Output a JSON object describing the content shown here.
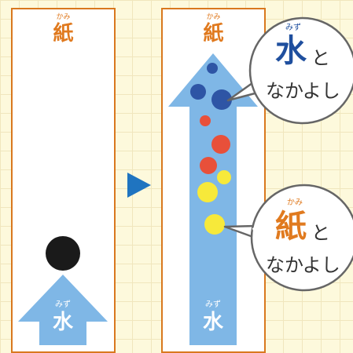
{
  "left_panel": {
    "top_label": "紙",
    "top_ruby": "かみ",
    "arrow_label": "水",
    "arrow_ruby": "みず"
  },
  "right_panel": {
    "top_label": "紙",
    "top_ruby": "かみ",
    "arrow_label": "水",
    "arrow_ruby": "みず"
  },
  "bubble_water": {
    "main": "水",
    "main_ruby": "みず",
    "suffix": "と",
    "line2": "なかよし"
  },
  "bubble_paper": {
    "main": "紙",
    "main_ruby": "かみ",
    "suffix": "と",
    "line2": "なかよし"
  },
  "colors": {
    "orange": "#e07a1f",
    "arrow_blue": "#7fb7e6",
    "dot_blue": "#2e55a5",
    "dot_red": "#e8503a",
    "dot_yellow": "#f7e93a",
    "ink_black": "#1a1a1a",
    "play_blue": "#1f74c0"
  }
}
